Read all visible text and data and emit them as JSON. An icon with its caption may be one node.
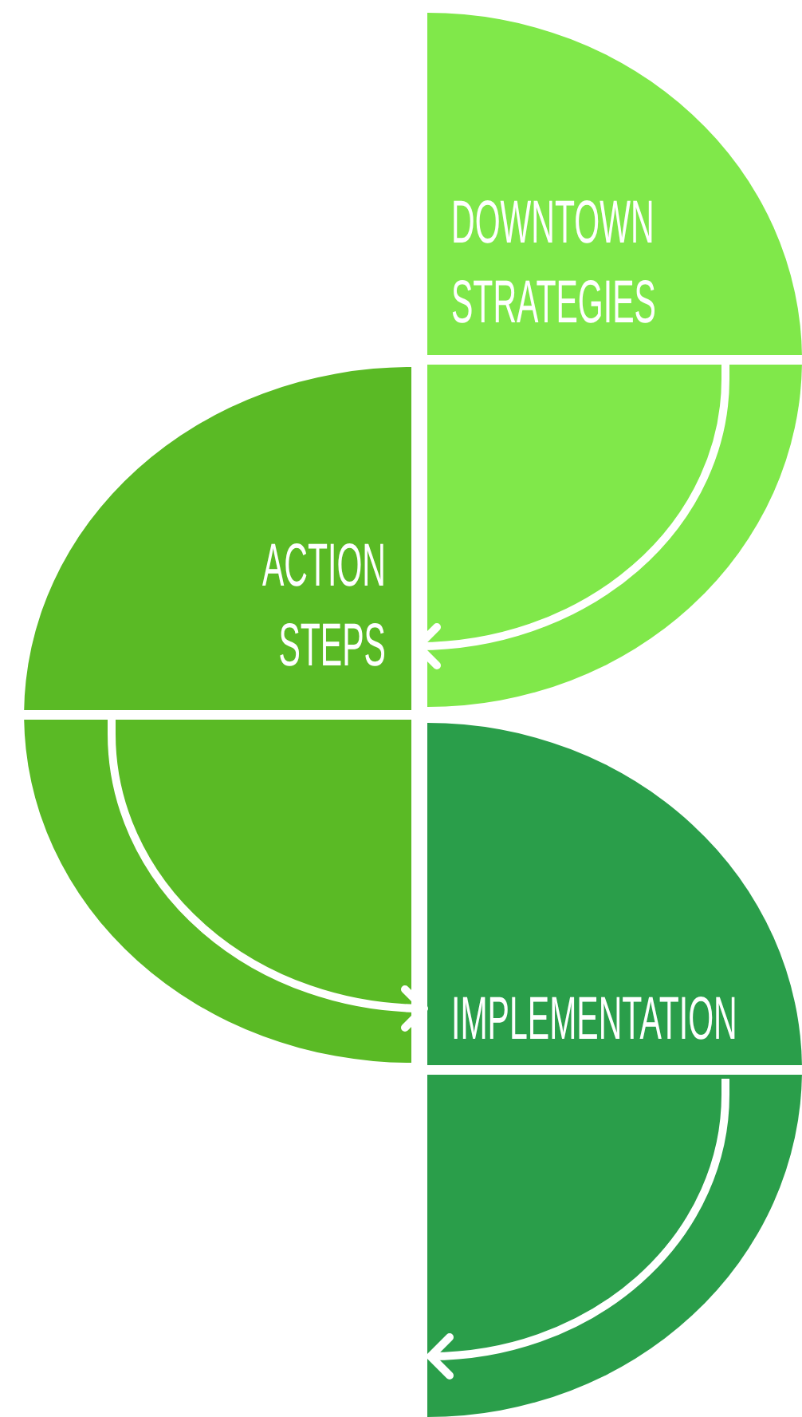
{
  "diagram": {
    "nodes": [
      {
        "text": [
          "DOWNTOWN STRATEGIES"
        ]
      },
      {
        "text": [
          "ACTION STEPS"
        ]
      },
      {
        "text": [
          "IMPLEMENTATION"
        ]
      }
    ],
    "edges": [
      {
        "from": 0,
        "to": 1,
        "arrow": "to"
      },
      {
        "from": 1,
        "to": 2,
        "arrow": "to"
      },
      {
        "from": null,
        "to": 2,
        "arrow": "to"
      }
    ]
  }
}
